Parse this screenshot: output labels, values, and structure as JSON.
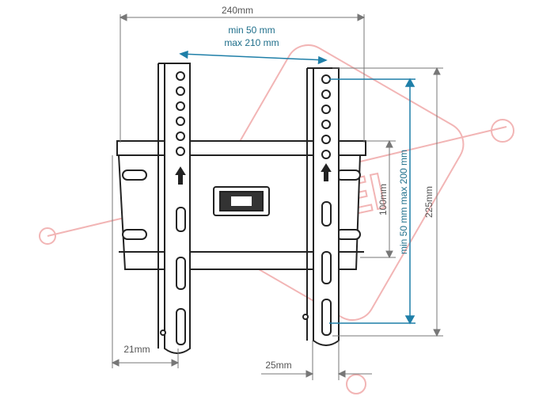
{
  "diagram": {
    "labels": {
      "overall_width": "240mm",
      "vesa_horizontal_min": "min 50 mm",
      "vesa_horizontal_max": "max 210 mm",
      "plate_height": "100mm",
      "vesa_vertical": "min 50 mm max 200 mm",
      "overall_height": "225mm",
      "arm_depth": "21mm",
      "wall_gap": "25mm"
    },
    "watermark": "KKEI",
    "colors": {
      "line": "#222222",
      "dimension": "#666666",
      "accent": "#1f7fa8",
      "watermark": "#f2b5b5"
    }
  }
}
